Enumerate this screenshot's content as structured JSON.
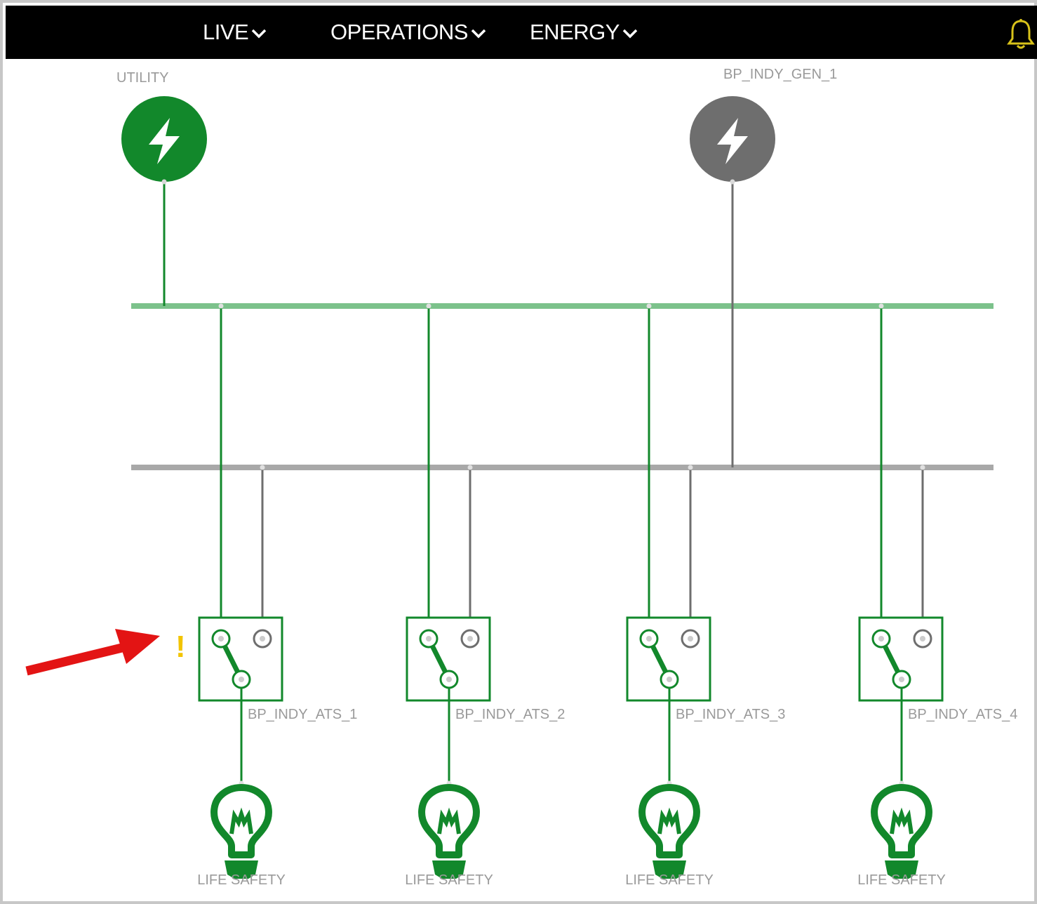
{
  "nav": {
    "items": [
      {
        "label": "LIVE",
        "icon": "chevron-down-icon"
      },
      {
        "label": "OPERATIONS",
        "icon": "chevron-down-icon"
      },
      {
        "label": "ENERGY",
        "icon": "chevron-down-icon"
      }
    ],
    "notification_icon": "bell-icon"
  },
  "sources": {
    "utility": {
      "label": "UTILITY",
      "icon": "lightning-bolt-icon",
      "status": "energized"
    },
    "generator": {
      "label": "BP_INDY_GEN_1",
      "icon": "lightning-bolt-icon",
      "status": "idle"
    }
  },
  "switches": [
    {
      "label": "BP_INDY_ATS_1",
      "warning": "!"
    },
    {
      "label": "BP_INDY_ATS_2"
    },
    {
      "label": "BP_INDY_ATS_3"
    },
    {
      "label": "BP_INDY_ATS_4"
    }
  ],
  "loads": [
    {
      "label": "LIFE SAFETY",
      "icon": "light-bulb-icon"
    },
    {
      "label": "LIFE SAFETY",
      "icon": "light-bulb-icon"
    },
    {
      "label": "LIFE SAFETY",
      "icon": "light-bulb-icon"
    },
    {
      "label": "LIFE SAFETY",
      "icon": "light-bulb-icon"
    }
  ],
  "colors": {
    "energized": "#12882b",
    "utility_bus": "#7cc28b",
    "idle": "#6e6e6e",
    "generator_bus": "#a8a8a8",
    "warning": "#f2c400",
    "annotation_arrow": "#e31414",
    "bell": "#d8c21a",
    "topbar": "#000000"
  }
}
